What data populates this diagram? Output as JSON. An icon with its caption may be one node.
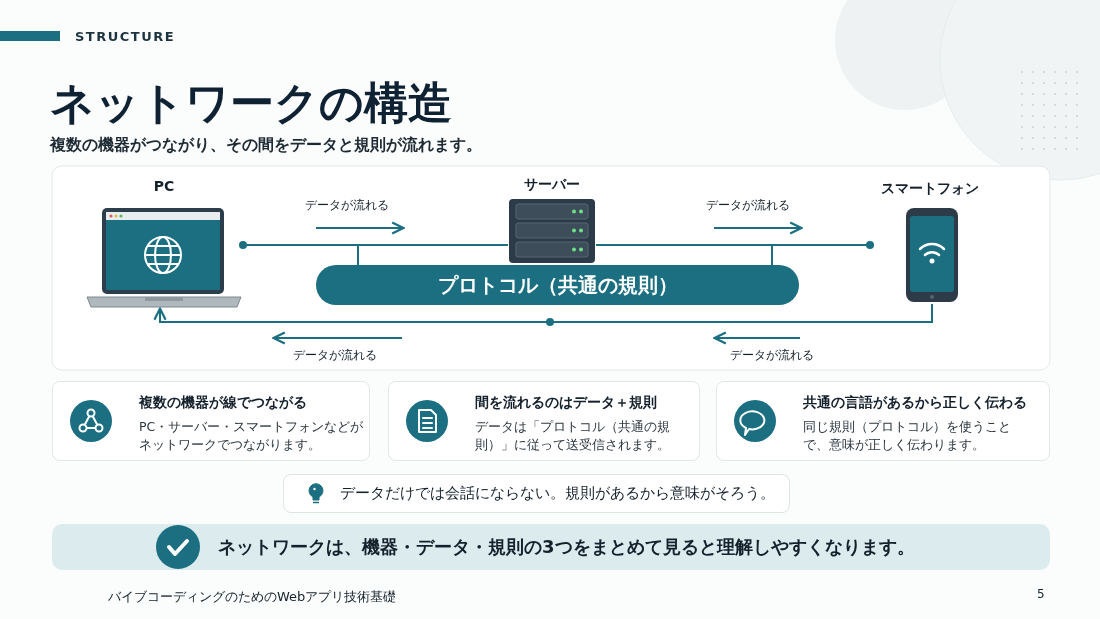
{
  "diagram": {
    "title": "ネットワークの構造",
    "nodes": [
      {
        "text": [
          "PC"
        ]
      },
      {
        "text": [
          "サーバー"
        ]
      },
      {
        "text": [
          "スマートフォン"
        ]
      },
      {
        "text": [
          "プロトコル（共通の規則）"
        ]
      },
      {
        "text": [
          "複数の機器が線でつながる",
          "PC・サーバー・スマートフォンなどがネットワークでつながります。"
        ]
      },
      {
        "text": [
          "間を流れるのはデータ＋規則",
          "データは「プロトコル（共通の規則）」に従って送受信されます。"
        ]
      },
      {
        "text": [
          "共通の言語があるから正しく伝わる",
          "同じ規則（プロトコル）を使うことで、意味が正しく伝わります。"
        ]
      },
      {
        "text": [
          "データだけでは会話にならない。規則があるから意味がそろう。"
        ]
      },
      {
        "text": [
          "ネットワークは、機器・データ・規則の3つをまとめて見ると理解しやすくなります。"
        ]
      }
    ],
    "edges": [
      {
        "from": 0,
        "to": 1,
        "arrow": "other"
      },
      {
        "from": 2,
        "to": 1,
        "arrow": "other"
      },
      {
        "from": 2,
        "to": 0,
        "arrow": "to"
      },
      {
        "from": 3,
        "to": 0,
        "arrow": "none"
      },
      {
        "from": 3,
        "to": 2,
        "arrow": "none"
      }
    ],
    "labels": [
      "STRUCTURE",
      "複数の機器がつながり、その間をデータと規則が流れます。",
      "データが流れる",
      "データが流れる",
      "データが流れる",
      "データが流れる",
      "バイブコーディングのためのWebアプリ技術基礎",
      "5"
    ]
  }
}
